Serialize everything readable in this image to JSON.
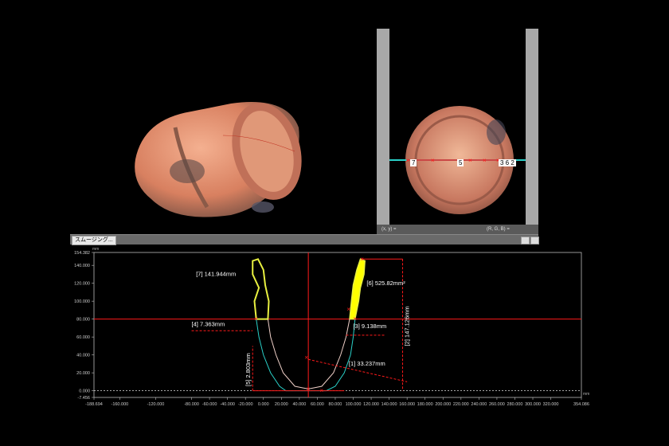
{
  "top_view": {
    "labels": [
      "7",
      "5",
      "3 6 2"
    ],
    "status_xy": "(x, y) =",
    "status_rgb": "(R, G, B) ="
  },
  "toolbar": {
    "smoothing_label": "スムージング..."
  },
  "chart_data": {
    "type": "line",
    "x_unit": "mm",
    "y_unit": "mm",
    "xlim": [
      -188.694,
      354.086
    ],
    "ylim": [
      -7.456,
      154.382
    ],
    "x_ticks": [
      "-188.694",
      "-160.000",
      "-120.000",
      "-80.000",
      "-60.000",
      "-40.000",
      "-20.000",
      "0.000",
      "20.000",
      "40.000",
      "60.000",
      "80.000",
      "100.000",
      "120.000",
      "140.000",
      "160.000",
      "180.000",
      "200.000",
      "220.000",
      "240.000",
      "260.000",
      "280.000",
      "300.000",
      "320.000",
      "354.086"
    ],
    "x_tick_values": [
      -188.694,
      -160,
      -120,
      -80,
      -60,
      -40,
      -20,
      0,
      20,
      40,
      60,
      80,
      100,
      120,
      140,
      160,
      180,
      200,
      220,
      240,
      260,
      280,
      300,
      320,
      354.086
    ],
    "y_ticks": [
      "154.382",
      "140.000",
      "120.000",
      "100.000",
      "80.000",
      "60.000",
      "40.000",
      "20.000",
      "0.000",
      "-7.456"
    ],
    "y_tick_values": [
      154.382,
      140,
      120,
      100,
      80,
      60,
      40,
      20,
      0,
      -7.456
    ],
    "crosshair": {
      "x": 50,
      "y": 80
    },
    "measurements": [
      {
        "id": "[1]",
        "text": "[1] 33.237mm"
      },
      {
        "id": "[2]",
        "text": "[2] 147.126mm"
      },
      {
        "id": "[3]",
        "text": "[3] 9.138mm"
      },
      {
        "id": "[4]",
        "text": "[4] 7.363mm"
      },
      {
        "id": "[5]",
        "text": "[5] 2.803mm"
      },
      {
        "id": "[6]",
        "text": "[6] 525.82mm²"
      },
      {
        "id": "[7]",
        "text": "[7] 141.944mm"
      }
    ],
    "outer_profile": [
      [
        -8,
        80
      ],
      [
        -5,
        60
      ],
      [
        0,
        40
      ],
      [
        8,
        20
      ],
      [
        18,
        5
      ],
      [
        25,
        0
      ],
      [
        70,
        0
      ],
      [
        80,
        5
      ],
      [
        90,
        20
      ],
      [
        97,
        40
      ],
      [
        100,
        60
      ],
      [
        102,
        80
      ]
    ],
    "inner_profile": [
      [
        5,
        80
      ],
      [
        8,
        60
      ],
      [
        14,
        40
      ],
      [
        22,
        20
      ],
      [
        35,
        5
      ],
      [
        50,
        2
      ],
      [
        65,
        5
      ],
      [
        78,
        20
      ],
      [
        86,
        40
      ],
      [
        92,
        60
      ],
      [
        96,
        80
      ]
    ],
    "left_rim": [
      [
        -8,
        80
      ],
      [
        -10,
        100
      ],
      [
        -5,
        115
      ],
      [
        -12,
        130
      ],
      [
        -12,
        145
      ],
      [
        -6,
        147
      ],
      [
        0,
        135
      ],
      [
        2,
        118
      ],
      [
        6,
        100
      ],
      [
        5,
        80
      ]
    ],
    "right_rim": [
      [
        96,
        80
      ],
      [
        98,
        100
      ],
      [
        100,
        118
      ],
      [
        104,
        135
      ],
      [
        108,
        147
      ],
      [
        113,
        145
      ],
      [
        112,
        130
      ],
      [
        108,
        115
      ],
      [
        106,
        100
      ],
      [
        102,
        80
      ]
    ],
    "colors": {
      "measure": "#ff1a1a",
      "outer": "#2ad0c8",
      "inner": "#f0d0c8",
      "rim": "#e8f040",
      "rim_fill": "#ffff00"
    }
  }
}
